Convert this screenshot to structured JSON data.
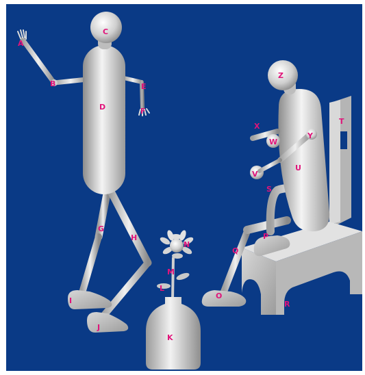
{
  "scene": {
    "background_color": "#0a3a86",
    "label_color": "#e0147a"
  },
  "labels": {
    "A": "A",
    "B": "B",
    "C": "C",
    "D": "D",
    "E": "E",
    "F": "F",
    "G": "G",
    "H": "H",
    "I": "I",
    "J": "J",
    "K": "K",
    "L": "L",
    "M": "M",
    "N": "N",
    "O": "O",
    "P": "P",
    "Q": "Q",
    "R": "R",
    "S": "S",
    "T": "T",
    "U": "U",
    "V": "V",
    "W": "W",
    "X": "X",
    "Y": "Y",
    "Z": "Z"
  }
}
